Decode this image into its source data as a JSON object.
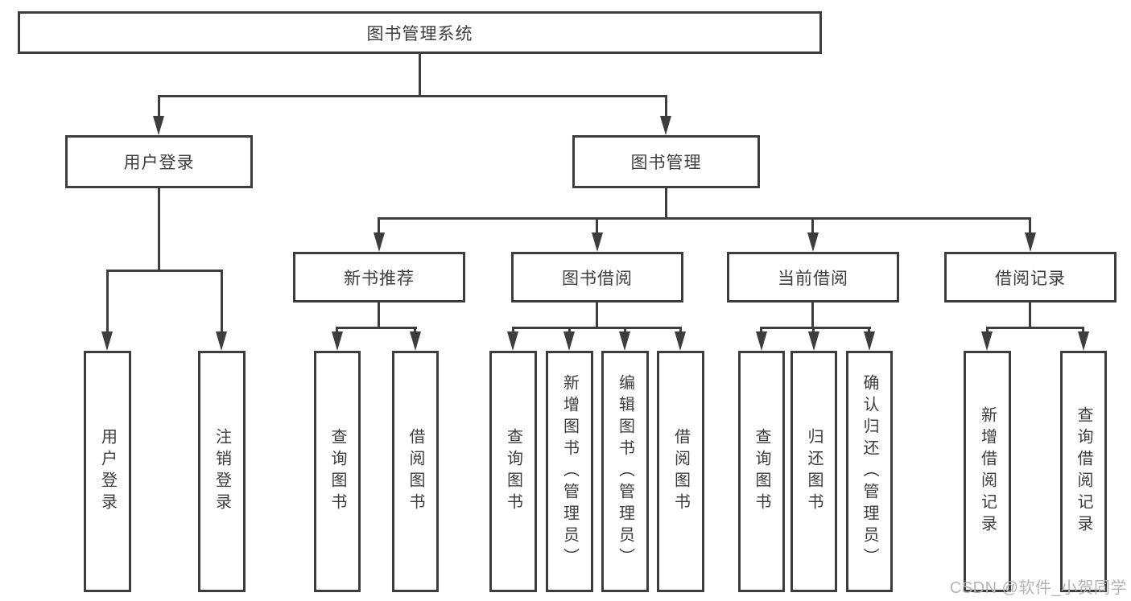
{
  "title": "图书管理系统",
  "colors": {
    "line": "#3d3d3d",
    "box_border": "#3d3d3d",
    "text": "#3d3d3d",
    "background": "#ffffff",
    "watermark": "#b3b3b3"
  },
  "watermark": {
    "text": "CSDN @软件_小贺同学"
  },
  "tree": {
    "root": {
      "label": "图书管理系统",
      "children": [
        {
          "label": "用户登录",
          "children": [
            {
              "label": "用户登录"
            },
            {
              "label": "注销登录"
            }
          ]
        },
        {
          "label": "图书管理",
          "children": [
            {
              "label": "新书推荐",
              "children": [
                {
                  "label": "查询图书"
                },
                {
                  "label": "借阅图书"
                }
              ]
            },
            {
              "label": "图书借阅",
              "children": [
                {
                  "label": "查询图书"
                },
                {
                  "label": "新增图书（管理员）"
                },
                {
                  "label": "编辑图书（管理员）"
                },
                {
                  "label": "借阅图书"
                }
              ]
            },
            {
              "label": "当前借阅",
              "children": [
                {
                  "label": "查询图书"
                },
                {
                  "label": "归还图书"
                },
                {
                  "label": "确认归还（管理员）"
                }
              ]
            },
            {
              "label": "借阅记录",
              "children": [
                {
                  "label": "新增借阅记录"
                },
                {
                  "label": "查询借阅记录"
                }
              ]
            }
          ]
        }
      ]
    }
  }
}
